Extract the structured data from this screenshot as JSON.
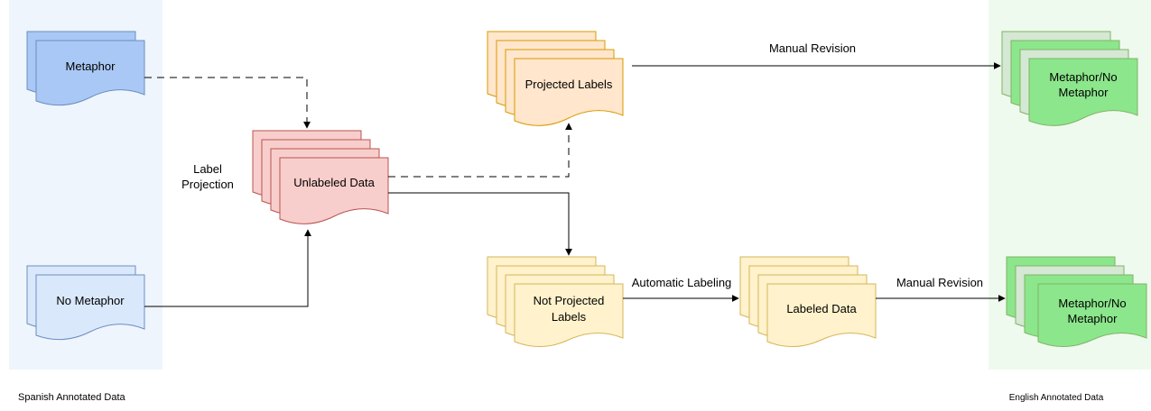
{
  "regions": {
    "spanish_label": "Spanish Annotated Data",
    "english_label": "English Annotated Data"
  },
  "nodes": {
    "metaphor": "Metaphor",
    "no_metaphor": "No Metaphor",
    "unlabeled": "Unlabeled Data",
    "projected": "Projected Labels",
    "not_projected_line1": "Not Projected",
    "not_projected_line2": "Labels",
    "labeled": "Labeled Data",
    "out_top_line1": "Metaphor/No",
    "out_top_line2": "Metaphor",
    "out_bottom_line1": "Metaphor/No",
    "out_bottom_line2": "Metaphor"
  },
  "edges": {
    "label_projection_line1": "Label",
    "label_projection_line2": "Projection",
    "manual_revision_top": "Manual Revision",
    "automatic_labeling": "Automatic Labeling",
    "manual_revision_bottom": "Manual Revision"
  },
  "colors": {
    "spanish_bg": "#eef5fc",
    "english_bg": "#eefaee",
    "blue_dark_fill": "#a9c8f5",
    "blue_dark_stroke": "#6c8ebf",
    "blue_light_fill": "#dae8fc",
    "red_fill": "#f8cecc",
    "red_stroke": "#b85450",
    "orange_fill": "#ffe6cc",
    "orange_stroke": "#d79b00",
    "yellow_fill": "#fff2cc",
    "yellow_stroke": "#d6b656",
    "green_fill": "#8ce68c",
    "green_light_fill": "#d5e8d4",
    "green_stroke": "#82b366"
  }
}
